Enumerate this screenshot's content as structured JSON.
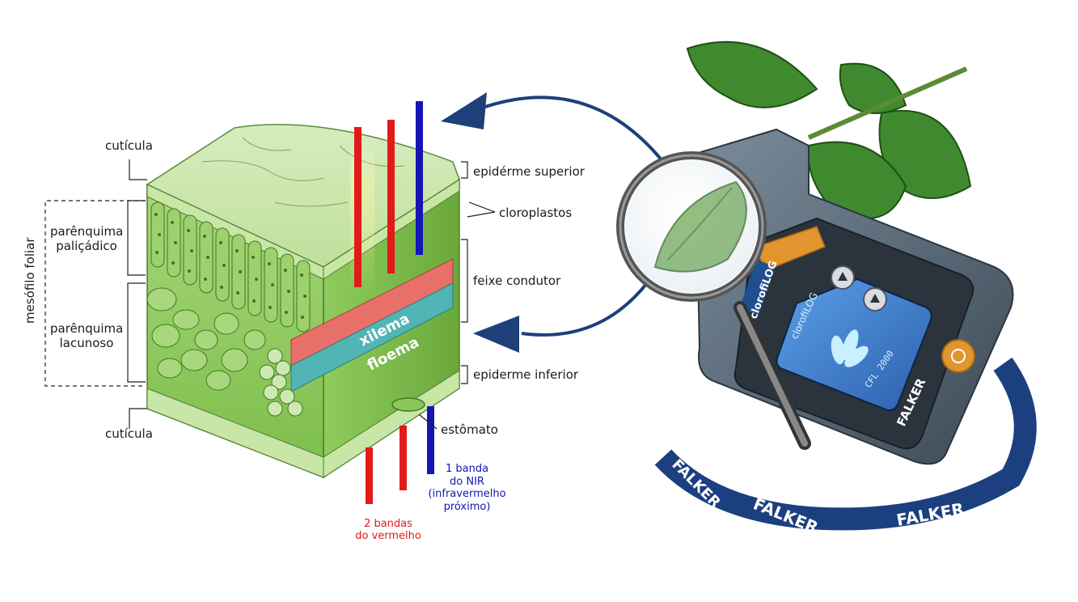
{
  "leaf_diagram": {
    "labels": {
      "cuticula_top": "cutícula",
      "epiderme_superior": "epidérme superior",
      "cloroplastos": "cloroplastos",
      "parenquima_palicadico_1": "parênquima",
      "parenquima_palicadico_2": "paliçádico",
      "feixe_condutor": "feixe condutor",
      "parenquima_lacunoso_1": "parênquima",
      "parenquima_lacunoso_2": "lacunoso",
      "mesofilo_foliar": "mesófilo foliar",
      "epiderme_inferior": "epiderme inferior",
      "cuticula_bottom": "cutícula",
      "estomato": "estômato",
      "xilema": "xilema",
      "floema": "floema"
    },
    "bands": {
      "red_1": "2 bandas",
      "red_2": "do vermelho",
      "nir_1": "1 banda",
      "nir_2": "do NIR",
      "nir_3": "(infravermelho",
      "nir_4": "próximo)"
    }
  },
  "device": {
    "brand": "FALKER",
    "model": "clorofiLOG",
    "model_sub": "CFL 2000",
    "screen_text": "clorofiLOG",
    "strap_text": "FALKER"
  },
  "colors": {
    "red_band": "#e21a1a",
    "nir_band": "#1515b5",
    "arrow": "#1e3f7a",
    "leaf_green": "#7cc04a",
    "device_gray": "#5f7080",
    "orange_button": "#e0952e",
    "screen_blue": "#3f7fd0"
  },
  "icons": [
    "magnifier-icon",
    "power-icon",
    "arrow-up-icon",
    "arrow-down-icon",
    "falker-logo-icon"
  ]
}
